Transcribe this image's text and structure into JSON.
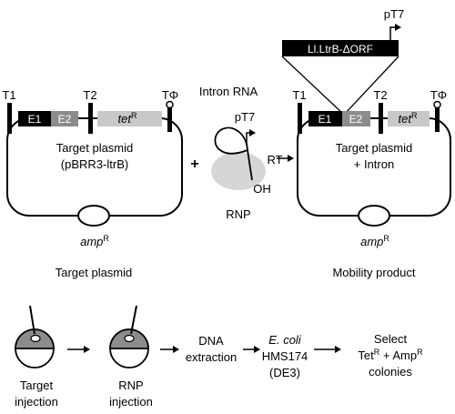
{
  "colors": {
    "black": "#000000",
    "gray_dark": "#8c8c8c",
    "gray_light": "#c8c8c8",
    "gray_oval": "#d6d6d6"
  },
  "left_plasmid": {
    "terminators": [
      "T1",
      "T2",
      "TΦ"
    ],
    "gene_e1": "E1",
    "gene_e2": "E2",
    "tet_prefix": "tet",
    "tet_sup": "R",
    "title_line1": "Target plasmid",
    "title_line2": "(pBRR3-ltrB)",
    "amp_prefix": "amp",
    "amp_sup": "R",
    "caption": "Target plasmid"
  },
  "plus_sign": "+",
  "rnp": {
    "intron_label": "Intron RNA",
    "promoter": "pT7",
    "oh": "OH",
    "rnp_label": "RNP",
    "rt_label": "RT"
  },
  "right_plasmid": {
    "insert_label": "Ll.LtrB-ΔORF",
    "promoter": "pT7",
    "terminators": [
      "T1",
      "T2",
      "TΦ"
    ],
    "gene_e1": "E1",
    "gene_e2": "E2",
    "tet_prefix": "tet",
    "tet_sup": "R",
    "title_line1": "Target plasmid",
    "title_line2": "+ Intron",
    "amp_prefix": "amp",
    "amp_sup": "R",
    "caption": "Mobility product"
  },
  "workflow": {
    "step1_line1": "Target",
    "step1_line2": "injection",
    "step2_line1": "RNP",
    "step2_line2": "injection",
    "step3_line1": "DNA",
    "step3_line2": "extraction",
    "step4_line1": "E. coli",
    "step4_line2": "HMS174",
    "step4_line3": "(DE3)",
    "step5_line1": "Select",
    "step5_tet": "Tet",
    "step5_tet_sup": "R",
    "step5_plus_amp": " + Amp",
    "step5_amp_sup": "R",
    "step5_line3": "colonies"
  }
}
